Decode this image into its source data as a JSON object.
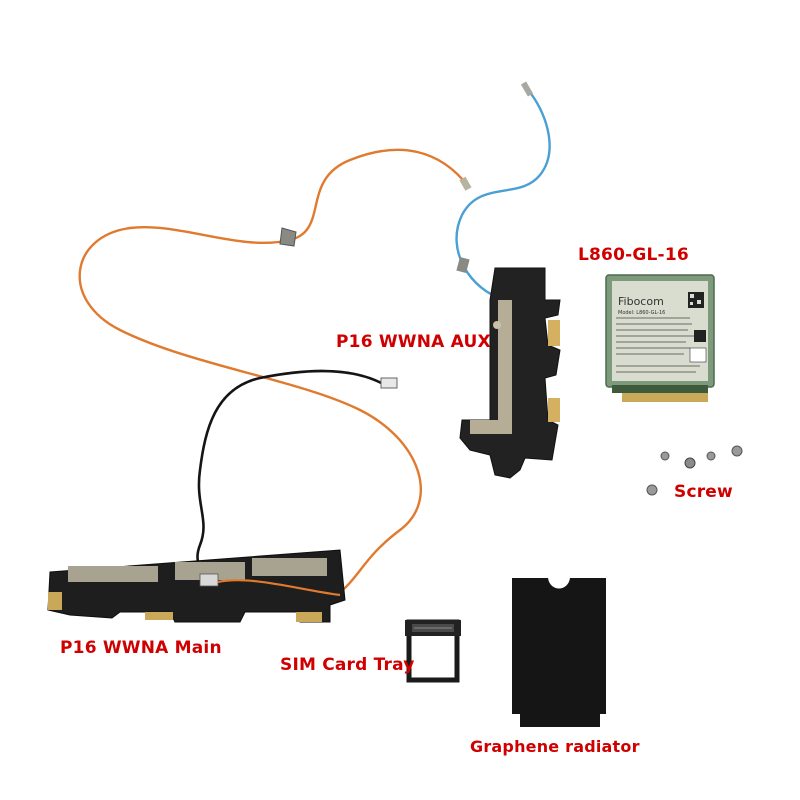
{
  "colors": {
    "label": "#d00000",
    "orange_cable": "#e07a2e",
    "blue_cable": "#4a9fd4",
    "black_cable": "#151515",
    "bracket": "#222222",
    "gold_contact": "#c9a85a",
    "module_green": "#7e9a7c",
    "graphene": "#151515",
    "screw": "#9a9a9a"
  },
  "labels": {
    "aux_antenna": "P16 WWNA AUX",
    "modem_model": "L860-GL-16",
    "screws": "Screw",
    "main_antenna": "P16 WWNA Main",
    "sim_tray": "SIM Card Tray",
    "graphene": "Graphene radiator"
  },
  "module": {
    "brand": "Fibocom",
    "model_line": "Model: L860-GL-16"
  }
}
